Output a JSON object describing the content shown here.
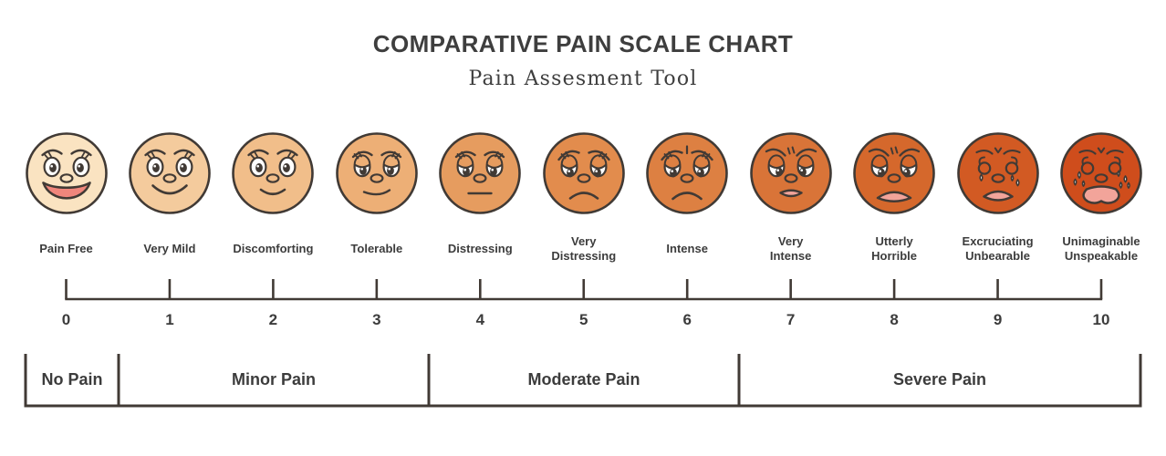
{
  "header": {
    "title": "COMPARATIVE PAIN SCALE CHART",
    "subtitle": "Pain Assesment Tool"
  },
  "scale": {
    "levels": [
      {
        "value": "0",
        "label": "Pain Free",
        "face_color": "#FAE3C1",
        "expression": "big-open-smile"
      },
      {
        "value": "1",
        "label": "Very Mild",
        "face_color": "#F4CB9D",
        "expression": "smile"
      },
      {
        "value": "2",
        "label": "Discomforting",
        "face_color": "#F1BE8A",
        "expression": "slight-smile"
      },
      {
        "value": "3",
        "label": "Tolerable",
        "face_color": "#EDAF76",
        "expression": "soft-smile-lidded"
      },
      {
        "value": "4",
        "label": "Distressing",
        "face_color": "#E69C5F",
        "expression": "neutral-lidded"
      },
      {
        "value": "5",
        "label": "Very\nDistressing",
        "face_color": "#E28C4D",
        "expression": "frown"
      },
      {
        "value": "6",
        "label": "Intense",
        "face_color": "#DD8042",
        "expression": "frown-worried"
      },
      {
        "value": "7",
        "label": "Very\nIntense",
        "face_color": "#D97438",
        "expression": "open-frown-small"
      },
      {
        "value": "8",
        "label": "Utterly\nHorrible",
        "face_color": "#D5682C",
        "expression": "open-frown"
      },
      {
        "value": "9",
        "label": "Excruciating\nUnbearable",
        "face_color": "#D25A23",
        "expression": "crying"
      },
      {
        "value": "10",
        "label": "Unimaginable\nUnspeakable",
        "face_color": "#CF4D1C",
        "expression": "crying-heavily"
      }
    ]
  },
  "categories": [
    {
      "label": "No Pain",
      "from": 0,
      "to": 0
    },
    {
      "label": "Minor Pain",
      "from": 1,
      "to": 3
    },
    {
      "label": "Moderate Pain",
      "from": 4,
      "to": 6
    },
    {
      "label": "Severe Pain",
      "from": 7,
      "to": 10
    }
  ],
  "colors": {
    "outline": "#413A35",
    "text": "#3C3C3C",
    "mouth_pink": "#F2A49A",
    "tongue_pink": "#F0867C",
    "tear_white": "#FFFFFF"
  }
}
